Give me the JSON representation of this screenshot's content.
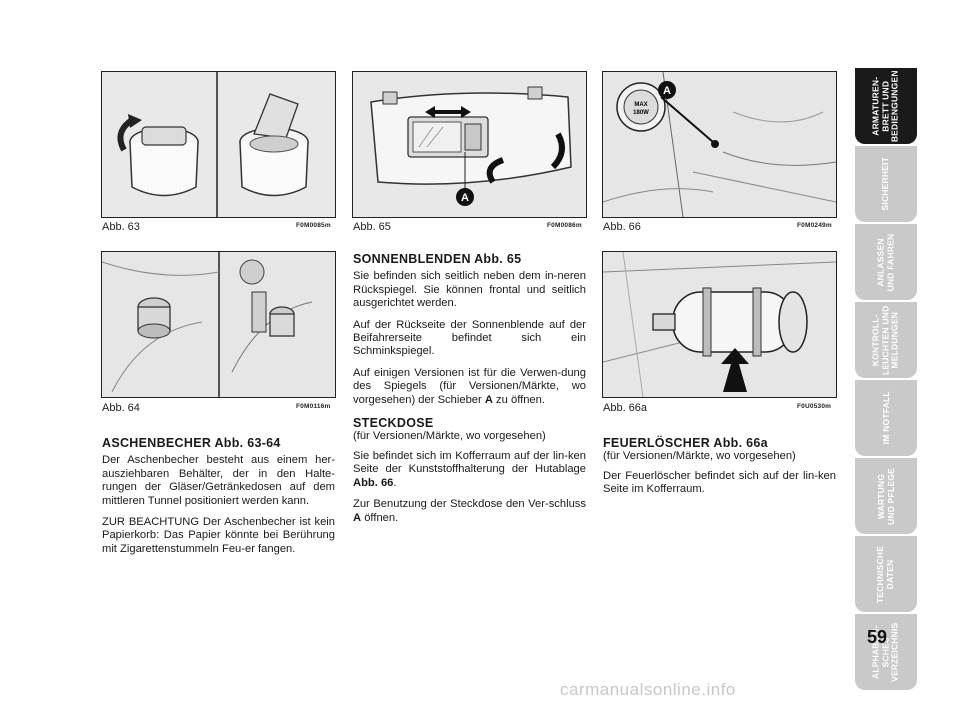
{
  "figures": {
    "abb63": {
      "caption": "Abb. 63",
      "code": "F0M0085m"
    },
    "abb64": {
      "caption": "Abb. 64",
      "code": "F0M0116m"
    },
    "abb65": {
      "caption": "Abb. 65",
      "code": "F0M0086m",
      "marker": "A"
    },
    "abb66": {
      "caption": "Abb. 66",
      "code": "F0M0249m",
      "marker": "A",
      "socket_text1": "MAX",
      "socket_text2": "180W"
    },
    "abb66a": {
      "caption": "Abb. 66a",
      "code": "F0U0530m"
    }
  },
  "col1": {
    "heading": "ASCHENBECHER Abb. 63-64",
    "p1": "Der Aschenbecher besteht aus einem her-auszieh­baren Behälter, der in den Halte-rungen der Gläser/Getränkedosen auf dem mittleren Tunnel positioniert werden kann.",
    "p2": "ZUR BEACHTUNG Der Aschenbecher ist kein Papierkorb: Das Papier könnte bei Berührung mit Zigarettenstummeln Feu-er fangen."
  },
  "col2": {
    "heading": "SONNENBLENDEN Abb. 65",
    "p1": "Sie befinden sich seitlich neben dem in-neren Rückspiegel. Sie können frontal und seitlich ausgerichtet werden.",
    "p2": "Auf der Rückseite der Sonnenblende auf der Beifahrerseite befindet sich ein Schminkspiegel.",
    "p3_pre": "Auf einigen Versionen ist für die Verwen-dung des Spiegels (für Versionen/Märkte, wo vorgesehen) der Schieber ",
    "p3_bold": "A",
    "p3_post": " zu öffnen.",
    "heading2": "STECKDOSE",
    "sub2": "(für Versionen/Märkte, wo vorgesehen)",
    "p4_pre": "Sie befindet sich im Kofferraum auf der lin-ken Seite der Kunststoffhalterung der Hutablage ",
    "p4_bold": "Abb. 66",
    "p4_post": ".",
    "p5_pre": "Zur Benutzung der Steckdose den Ver-schluss ",
    "p5_bold": "A",
    "p5_post": " öffnen."
  },
  "col3": {
    "heading": "FEUERLÖSCHER Abb. 66a",
    "sub": "(für Versionen/Märkte, wo vorgesehen)",
    "p1": "Der Feuerlöscher befindet sich auf der lin-ken Seite im Kofferraum."
  },
  "tabs": [
    {
      "label": "ARMATUREN-\nBRETT UND\nBEDIENGUNGEN",
      "active": true
    },
    {
      "label": "SICHERHEIT",
      "active": false
    },
    {
      "label": "ANLASSEN\nUND FAHREN",
      "active": false
    },
    {
      "label": "KONTROLL-\nLEUCHTEN UND\nMELDUNGEN",
      "active": false
    },
    {
      "label": "IM NOTFALL",
      "active": false
    },
    {
      "label": "WARTUNG\nUND PFLEGE",
      "active": false
    },
    {
      "label": "TECHNISCHE\nDATEN",
      "active": false
    },
    {
      "label": "ALPHABETI-\nSCHES\nVERZEICHNIS",
      "active": false
    }
  ],
  "page_number": "59",
  "watermark": "carmanualsonline.info"
}
